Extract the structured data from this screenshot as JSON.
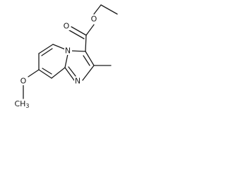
{
  "molecule": {
    "atom_labels": {
      "carbonyl_o": "O",
      "ester_o": "O",
      "n_bridge": "N",
      "n_ring": "N",
      "methoxy_o": "O",
      "methoxy_ch3": "CH",
      "methoxy_ch3_sub": "3"
    },
    "colors": {
      "bond": "#1a1a1a",
      "background": "#ffffff"
    }
  }
}
